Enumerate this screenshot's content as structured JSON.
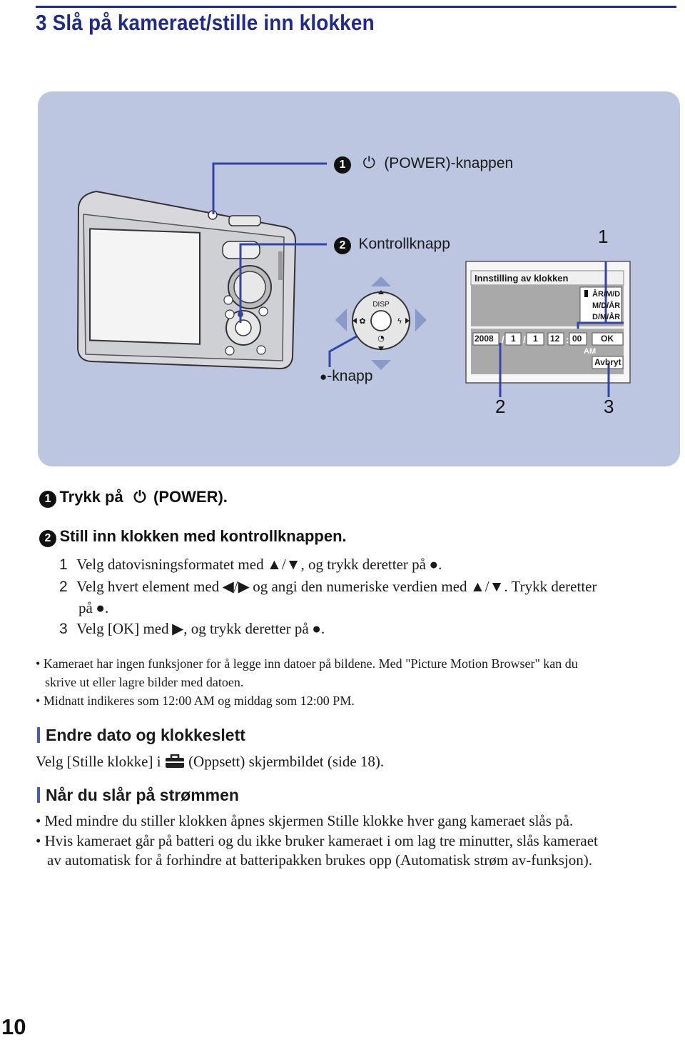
{
  "header": {
    "title": "3  Slå på kameraet/stille inn klokken"
  },
  "diagram": {
    "callout_power_num": "1",
    "callout_power_label": "(POWER)-knappen",
    "callout_control_num": "2",
    "callout_control_label": "Kontrollknapp",
    "callout_center_label": "-knapp",
    "dpad_disp": "DISP",
    "screen_title": "Innstilling av klokken",
    "screen_formats": [
      "ÅR/M/D",
      "M/D/ÅR",
      "D/M/ÅR"
    ],
    "screen_year": "2008",
    "screen_month": "1",
    "screen_day": "1",
    "screen_hour": "12",
    "screen_minute": "00",
    "screen_ampm": "AM",
    "screen_ok": "OK",
    "screen_cancel": "Avbryt",
    "marker_1": "1",
    "marker_2": "2",
    "marker_3": "3"
  },
  "steps": {
    "step1_num": "1",
    "step1_text": "Trykk på",
    "step1_text_b": "(POWER).",
    "step2_num": "2",
    "step2_text": "Still inn klokken med kontrollknappen.",
    "sub1_num": "1",
    "sub1_text_a": "Velg datovisningsformatet med",
    "sub1_text_b": ", og trykk deretter på",
    "sub2_num": "2",
    "sub2_text_a": "Velg hvert element med",
    "sub2_text_b": "og angi den numeriske verdien med",
    "sub2_text_c": ". Trykk deretter",
    "sub2_text_d": "på",
    "sub3_num": "3",
    "sub3_text_a": "Velg [OK] med",
    "sub3_text_b": ", og trykk deretter på"
  },
  "notes": {
    "note1_line1": "Kameraet har ingen funksjoner for å legge inn datoer på bildene. Med \"Picture Motion Browser\" kan du",
    "note1_line2": "skrive ut eller lagre bilder med datoen.",
    "note2": "Midnatt indikeres som 12:00 AM og middag som 12:00 PM."
  },
  "section1": {
    "heading": "Endre dato og klokkeslett",
    "text_a": "Velg [Stille klokke] i",
    "text_b": "(Oppsett) skjermbildet (side 18)."
  },
  "section2": {
    "heading": "Når du slår på strømmen",
    "bullet1": "Med mindre du stiller klokken åpnes skjermen Stille klokke hver gang kameraet slås på.",
    "bullet2_line1": "Hvis kameraet går på batteri og du ikke bruker kameraet i om lag tre minutter, slås kameraet",
    "bullet2_line2": "av automatisk for å forhindre at batteripakken brukes opp (Automatisk strøm av-funksjon)."
  },
  "footer": {
    "page_number": "10"
  },
  "colors": {
    "accent": "#1f2a8a",
    "panel": "#bcc6e0",
    "callout_line": "#3344aa"
  }
}
